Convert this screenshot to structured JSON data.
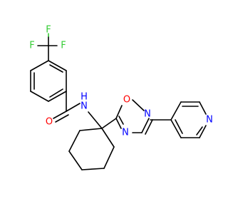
{
  "colors": {
    "carbon_bond": "#000000",
    "nitrogen": "#0000ff",
    "oxygen": "#ff0000",
    "fluorine": "#33cc33",
    "background": "#ffffff"
  },
  "atoms": {
    "f_top": "F",
    "f_left": "F",
    "f_mid": "F",
    "o_carbonyl": "O",
    "n_amide": "N",
    "h_amide": "H",
    "o_ring": "O",
    "n_ring_top": "N",
    "n_ring_bottom": "N",
    "n_pyridine": "N"
  }
}
